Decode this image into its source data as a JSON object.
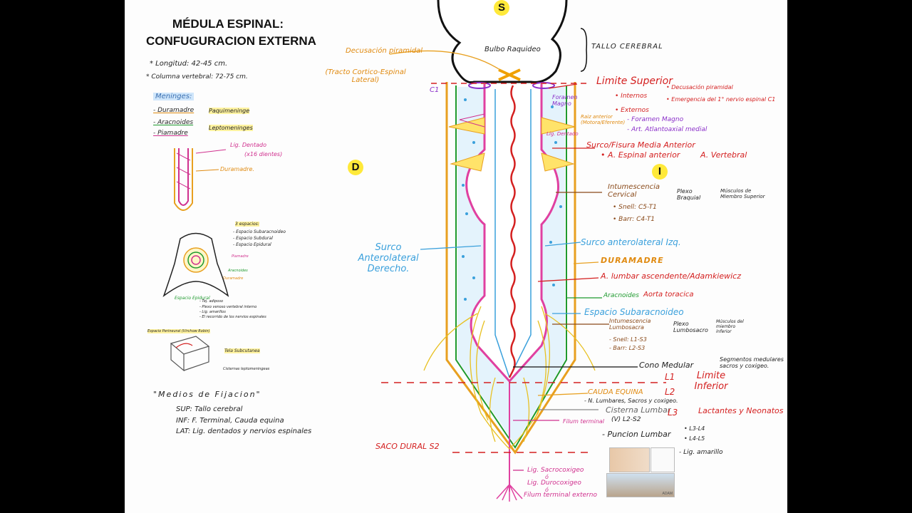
{
  "header": {
    "title_line1": "MÉDULA ESPINAL:",
    "title_line2": "CONFUGURACION EXTERNA"
  },
  "notes": {
    "longitud": "* Longitud: 42-45 cm.",
    "columna": "* Columna vertebral: 72-75 cm.",
    "meninges_header": "Meninges:",
    "duramadre": "- Duramadre",
    "aracnoides": "- Aracnoides",
    "piamadre": "- Piamadre",
    "paquimeninge": "Paquimeninge",
    "leptomeninges": "Leptomeninges",
    "lig_dentado": "Lig. Dentado",
    "dientes": "(x16 dientes)",
    "duramadre_small": "Duramadre.",
    "espacios_header": "3 espacios:",
    "esp_sub": "- Espacio Subaracnoideo",
    "esp_subdural": "- Espacio Subdural",
    "esp_epidural": "- Espacio Epidural",
    "lbl_piamadre": "Piamadre",
    "lbl_aracnoides": "Aracnoides",
    "lbl_duramadre": "Duramadre",
    "lbl_epidural": "Espacio Epidural",
    "tej_adiposo": "- Tej. adiposo",
    "plexo": "- Plexo venoso vertebral interno",
    "lig_amarillos": "- Lig. amarillos",
    "nervios_esp": "- El recorrido de los nervios espinales",
    "perineural": "Espacio Perineural (Virchow Robin)",
    "tela": "Tela Subcutanea",
    "cisterna": "Cisternas leptomeningeas",
    "medios_header": "\"Medios de Fijacion\"",
    "sup": "SUP: Tallo cerebral",
    "inf": "INF: F. Terminal, Cauda equina",
    "lat": "LAT: Lig. dentados y nervios espinales"
  },
  "markers": {
    "s": "S",
    "d": "D",
    "i": "I"
  },
  "labels": {
    "bulbo": "Bulbo Raquideo",
    "tallo": "TALLO CEREBRAL",
    "decusacion": "Decusación piramidal",
    "tracto": "(Tracto Cortico-Espinal Lateral)",
    "c1": "C1",
    "foramen": "Foramen Magno",
    "raiz": "Raiz anterior (Motora/Eferente)",
    "lig_dentado": "Lig. Dentado",
    "limite_superior": "Limite Superior",
    "internos": "• Internos",
    "decusacion_pir": "• Decusación piramidal",
    "emergencia": "• Emergencia del 1° nervio espinal C1",
    "externos": "• Externos",
    "foramen_magno": "- Foramen Magno",
    "art_atlanto": "- Art. Atlantoaxial medial",
    "surco_fisura": "Surco/Fisura Media Anterior",
    "a_espinal": "• A. Espinal anterior",
    "a_vertebral": "A. Vertebral",
    "intumescencia_cervical": "Intumescencia Cervical",
    "plexo_braquial": "Plexo Braquial",
    "musculos_sup": "Músculos de Miembro Superior",
    "snell_c": "• Snell: C5-T1",
    "barr_c": "• Barr: C4-T1",
    "surco_izq": "Surco anterolateral Izq.",
    "surco_der": "Surco Anterolateral Derecho.",
    "duramadre": "DURAMADRE",
    "a_lumbar": "A. lumbar ascendente/Adamkiewicz",
    "aracnoides": "Aracnoides",
    "aorta": "Aorta toracica",
    "espacio_sub": "Espacio Subaracnoideo",
    "intumescencia_lumbosacra": "Intumescencia Lumbosacra",
    "plexo_lumbosacro": "Plexo Lumbosacro",
    "musculos_inf": "Músculos del miembro inferior",
    "snell_l": "- Snell: L1-S3",
    "barr_l": "- Barr: L2-S3",
    "cono": "Cono Medular",
    "segmentos": "Segmentos medulares sacros y coxigeo.",
    "l1": "L1",
    "l2": "L2",
    "limite_inferior": "Limite Inferior",
    "cauda": "CAUDA EQUINA",
    "n_lumbares": "- N. Lumbares, Sacros y coxigeo.",
    "cisterna": "Cisterna Lumbar",
    "l2s2": "(V) L2-S2",
    "l3": "L3",
    "lactantes": "Lactantes y Neonatos",
    "filum": "Filum terminal",
    "puncion": "- Puncion Lumbar",
    "l3l4": "• L3-L4",
    "l4l5": "• L4-L5",
    "lig_amarillo": "- Lig. amarillo",
    "saco": "SACO DURAL S2",
    "lig_sacro": "Lig. Sacrocoxigeo",
    "o1": "ó",
    "lig_duro": "Lig. Durocoxigeo",
    "o2": "ó",
    "filum_ext": "Filum terminal externo",
    "adam": "ADAM"
  },
  "colors": {
    "spinal_cord": "#d42020",
    "dura": "#e8a020",
    "arachnoid": "#1e9a2e",
    "pia": "#e040a0",
    "csf": "#3aa0dc",
    "highlight": "#ffe93a"
  }
}
